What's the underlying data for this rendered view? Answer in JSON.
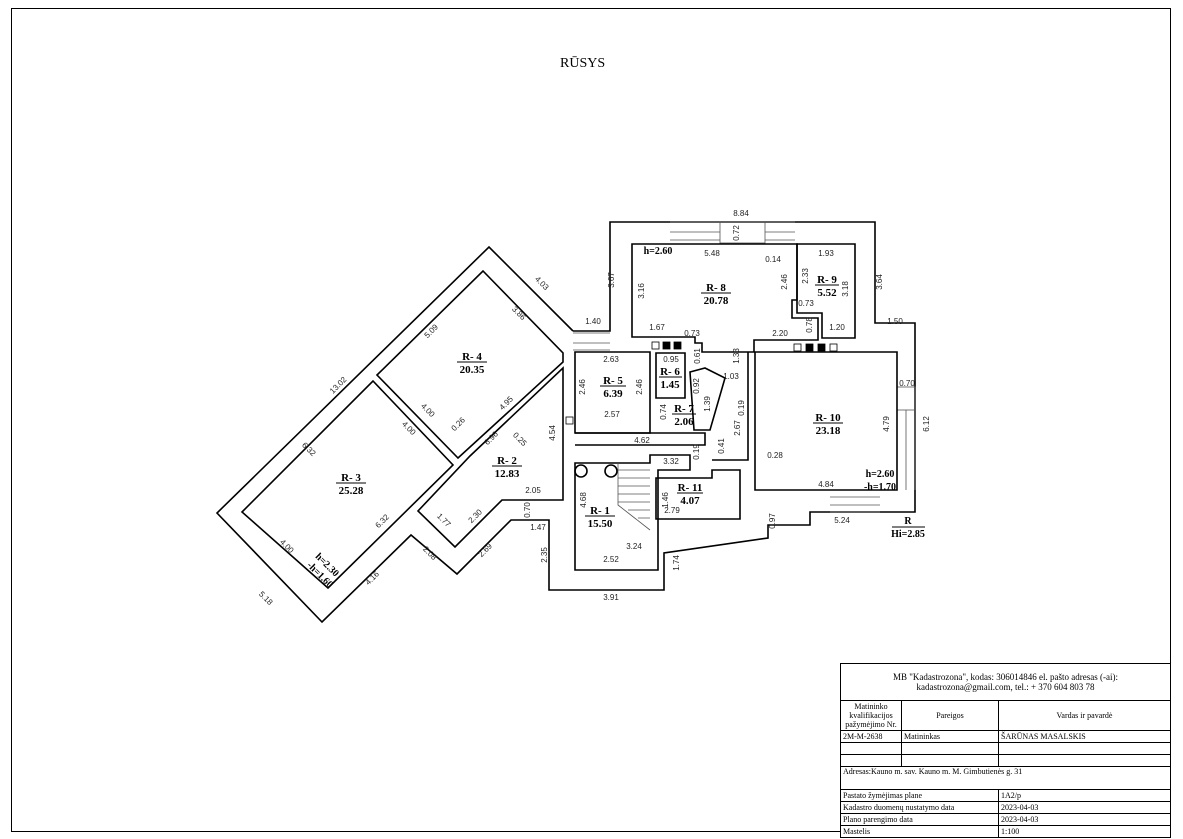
{
  "title": "RŪSYS",
  "rooms": [
    {
      "name": "R- 1",
      "area": "15.50"
    },
    {
      "name": "R- 2",
      "area": "12.83"
    },
    {
      "name": "R- 3",
      "area": "25.28"
    },
    {
      "name": "R- 4",
      "area": "20.35"
    },
    {
      "name": "R- 5",
      "area": "6.39"
    },
    {
      "name": "R- 6",
      "area": "1.45"
    },
    {
      "name": "R- 7",
      "area": "2.06"
    },
    {
      "name": "R- 8",
      "area": "20.78"
    },
    {
      "name": "R- 9",
      "area": "5.52"
    },
    {
      "name": "R- 10",
      "area": "23.18"
    },
    {
      "name": "R- 11",
      "area": "4.07"
    }
  ],
  "heights": {
    "r8_h": "h=2.60",
    "r10_h": "h=2.60",
    "r10_neg_h": "-h=1.70",
    "r3_h": "h=2.30",
    "r3_neg_h": "-h=1.60",
    "ref_r": "R",
    "ref_hi": "Hi=2.85"
  },
  "dimensions": [
    "8.84",
    "0.72",
    "5.48",
    "0.14",
    "1.93",
    "2.46",
    "2.33",
    "3.16",
    "3.67",
    "3.18",
    "3.64",
    "0.73",
    "1.40",
    "1.50",
    "1.67",
    "0.73",
    "2.20",
    "0.78",
    "1.20",
    "2.63",
    "0.95",
    "0.61",
    "1.33",
    "1.03",
    "2.46",
    "2.46",
    "0.92",
    "1.39",
    "0.70",
    "4.79",
    "6.12",
    "2.57",
    "0.74",
    "0.19",
    "2.67",
    "4.54",
    "4.62",
    "0.19",
    "0.41",
    "0.28",
    "3.32",
    "1.46",
    "2.79",
    "4.84",
    "4.68",
    "2.05",
    "0.70",
    "1.47",
    "2.35",
    "2.52",
    "1.74",
    "3.24",
    "0.97",
    "5.24",
    "3.91",
    "4.03",
    "13.02",
    "5.09",
    "3.86",
    "4.00",
    "4.00",
    "0.26",
    "4.95",
    "6.96",
    "0.25",
    "6.32",
    "6.32",
    "1.77",
    "2.30",
    "4.00",
    "5.18",
    "4.16",
    "2.08",
    "2.69"
  ],
  "title_block": {
    "company": "MB \"Kadastrozona\", kodas: 306014846 el. pašto adresas (-ai):",
    "contact": "kadastrozona@gmail.com, tel.: + 370 604 803 78",
    "col_cert": "Matininko kvalifikacijos pažymėjimo Nr.",
    "col_role": "Pareigos",
    "col_name": "Vardas ir pavardė",
    "cert_no": "2M-M-2638",
    "role": "Matininkas",
    "person": "ŠARŪNAS MASALSKIS",
    "address": "Adresas:Kauno m. sav. Kauno m. M. Gimbutienės g. 31",
    "rows": [
      {
        "label": "Pastato žymėjimas plane",
        "value": "1A2/p"
      },
      {
        "label": "Kadastro duomenų nustatymo data",
        "value": "2023-04-03"
      },
      {
        "label": "Plano parengimo data",
        "value": "2023-04-03"
      },
      {
        "label": "Mastelis",
        "value": "1:100"
      }
    ]
  }
}
